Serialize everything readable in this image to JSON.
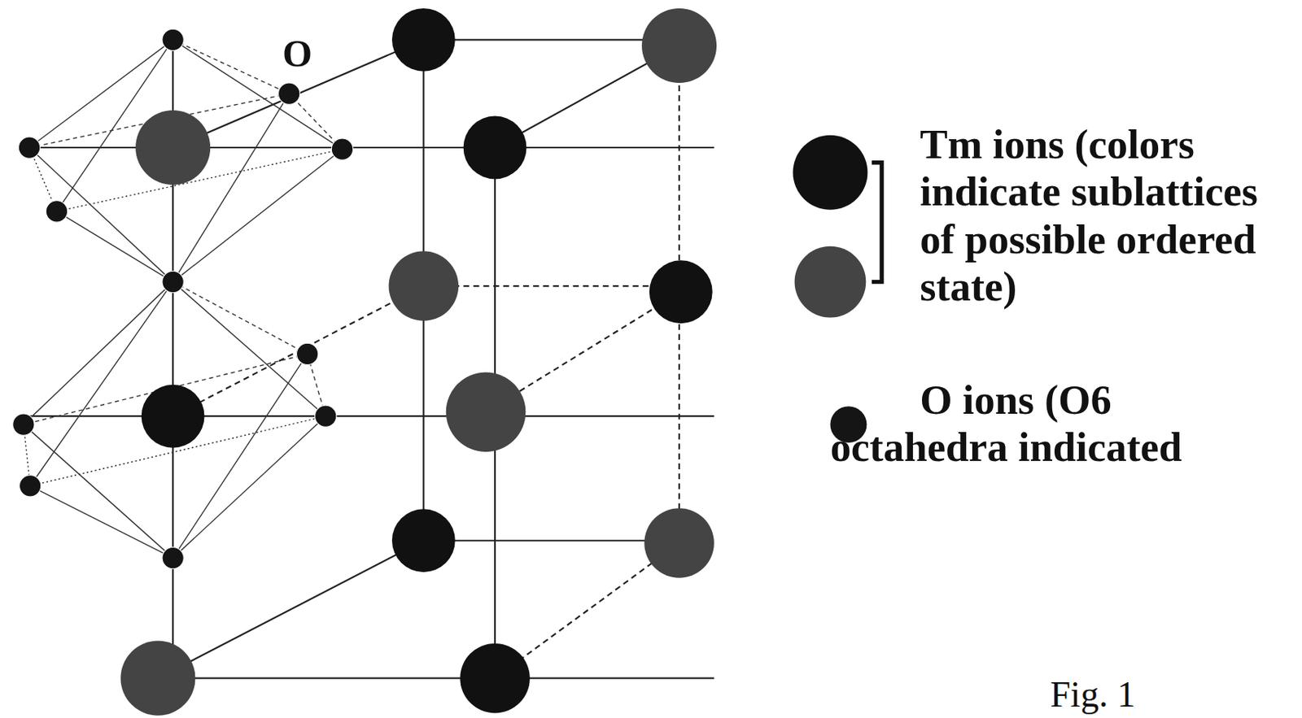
{
  "diagram": {
    "caption": "Fig. 1",
    "labels": [
      "O"
    ],
    "legend": [
      {
        "text": "Tm ions (colors indicate sublattices of possible ordered state)",
        "color": "#111111"
      },
      {
        "text": "O ions (O6 octahedra indicated",
        "color": "#151515"
      }
    ]
  }
}
